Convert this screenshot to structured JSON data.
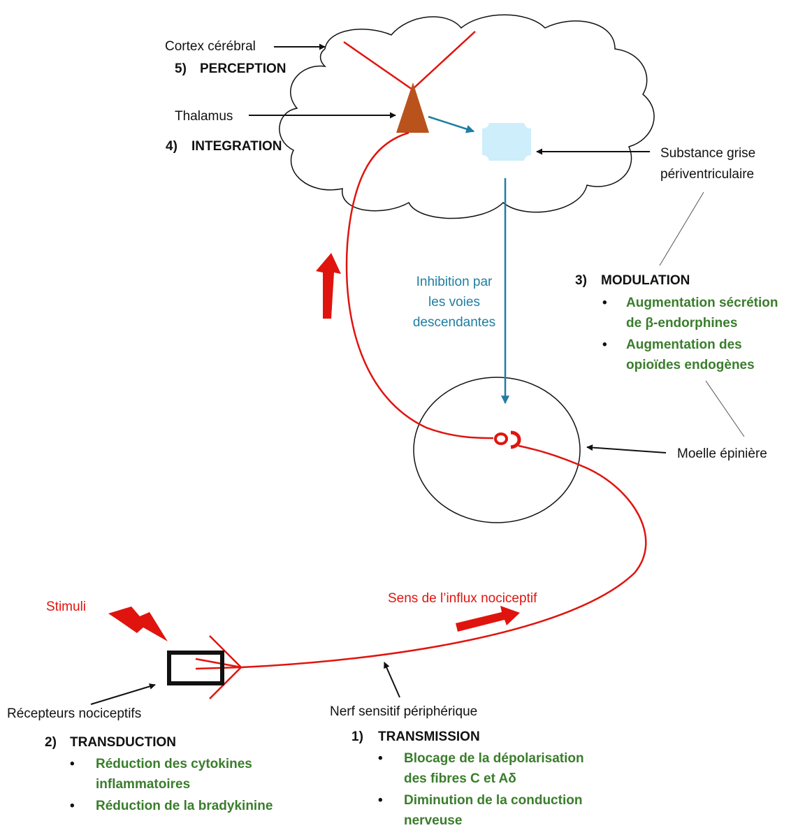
{
  "colors": {
    "pathway": "#e0140e",
    "descending": "#1f7ea1",
    "green_text": "#3a7d2c",
    "thalamus": "#b9531b",
    "pag": "#cdeefa"
  },
  "labels": {
    "cortex": "Cortex cérébral",
    "thalamus": "Thalamus",
    "pag_line1": "Substance grise",
    "pag_line2": "périventriculaire",
    "moelle": "Moelle épinière",
    "recepteurs": "Récepteurs nociceptifs",
    "nerf": "Nerf sensitif périphérique",
    "stimuli": "Stimuli",
    "influx": "Sens de l’influx nociceptif",
    "inhibition_line1": "Inhibition par",
    "inhibition_line2": "les voies",
    "inhibition_line3": "descendantes"
  },
  "steps": {
    "perception": {
      "number": "5)",
      "title": "PERCEPTION"
    },
    "integration": {
      "number": "4)",
      "title": "INTEGRATION"
    },
    "modulation": {
      "number": "3)",
      "title": "MODULATION",
      "items": [
        {
          "line1": "Augmentation sécrétion",
          "line2": "de β-endorphines"
        },
        {
          "line1": "Augmentation des",
          "line2": "opioïdes endogènes"
        }
      ]
    },
    "transduction": {
      "number": "2)",
      "title": "TRANSDUCTION",
      "items": [
        {
          "line1": "Réduction des cytokines",
          "line2": "inflammatoires"
        },
        {
          "line1": "Réduction de la bradykinine",
          "line2": ""
        }
      ]
    },
    "transmission": {
      "number": "1)",
      "title": "TRANSMISSION",
      "items": [
        {
          "line1": "Blocage de la dépolarisation",
          "line2": "des fibres C et Aδ"
        },
        {
          "line1": "Diminution de la conduction",
          "line2": "nerveuse"
        }
      ]
    }
  },
  "bullet": "•"
}
